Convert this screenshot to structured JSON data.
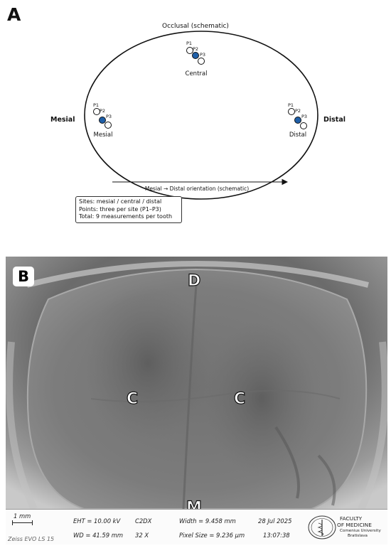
{
  "panel_a": {
    "label": "A",
    "occlusal_label": "Occlusal (schematic)",
    "mesial_side_label": "Mesial",
    "distal_side_label": "Distal",
    "orientation_label": "Mesial → Distal orientation (schematic)",
    "sites": [
      {
        "name": "Central",
        "points": [
          "P1",
          "P2",
          "P3"
        ]
      },
      {
        "name": "Mesial",
        "points": [
          "P1",
          "P2",
          "P3"
        ]
      },
      {
        "name": "Distal",
        "points": [
          "P1",
          "P2",
          "P3"
        ]
      }
    ],
    "legend": [
      "Sites: mesial / central / distal",
      "Points: three per site (P1–P3)",
      "Total: 9 measurements per tooth"
    ],
    "highlight_color": "#1f5fa8"
  },
  "panel_b": {
    "label": "B",
    "markers": {
      "top": "D",
      "left": "C",
      "right": "C",
      "bottom": "M"
    },
    "databar": {
      "scale": "1 mm",
      "instrument": "Zeiss EVO LS 15",
      "eht": "EHT = 10.00 kV",
      "detector": "C2DX",
      "width": "Width = 9.458 mm",
      "date": "28 Jul 2025",
      "wd": "WD = 41.59 mm",
      "mag": "32 X",
      "pixel_size": "Pixel Size = 9.236 µm",
      "time": "13:07:38",
      "faculty_line1": "FACULTY",
      "faculty_line2": "OF MEDICINE",
      "university_line1": "Comenius University",
      "university_line2": "Bratislava"
    }
  }
}
